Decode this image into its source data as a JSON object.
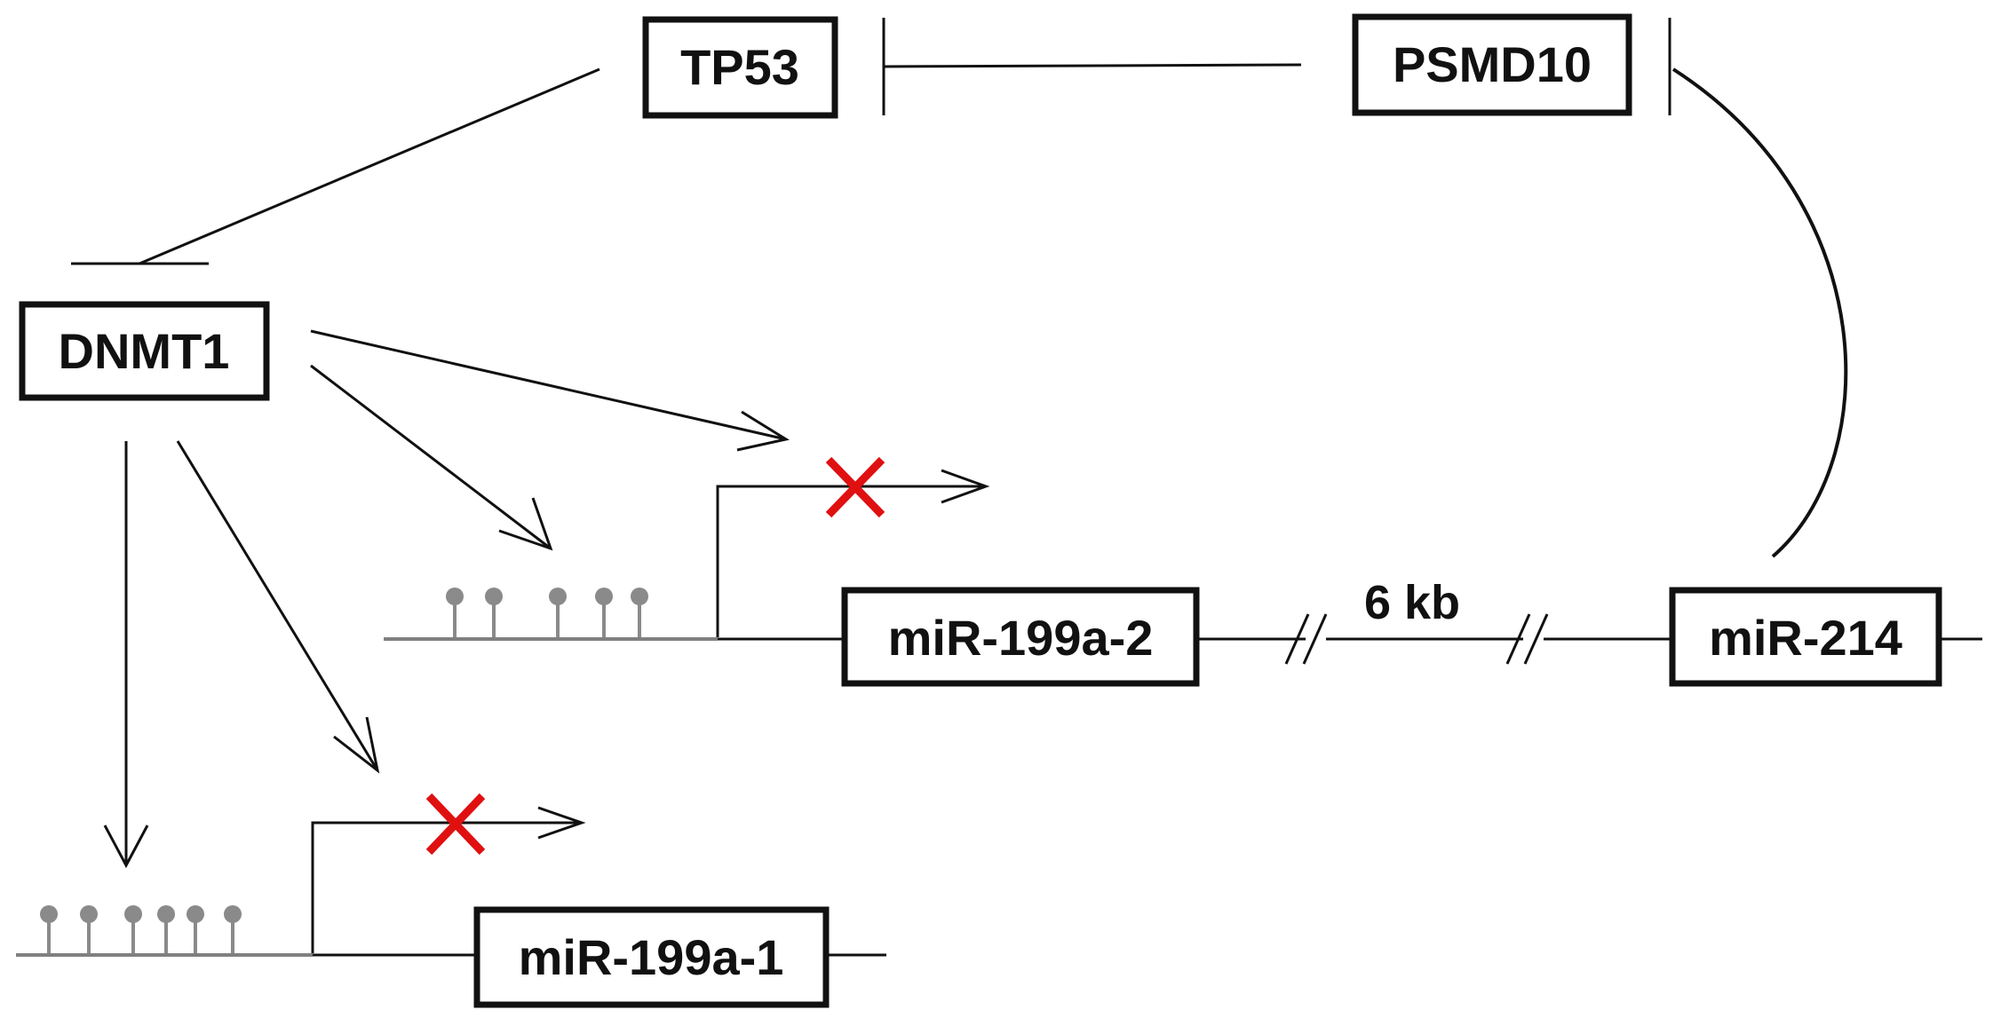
{
  "nodes": {
    "tp53": "TP53",
    "psmd10": "PSMD10",
    "dnmt1": "DNMT1",
    "mir199a2": "miR-199a-2",
    "mir214": "miR-214",
    "mir199a1": "miR-199a-1"
  },
  "distance_label": "6 kb",
  "colors": {
    "line": "#111111",
    "methylation_marks": "#8a8a8a",
    "block_mark": "#e01010"
  },
  "icons": {
    "block_mark": "red-x-icon",
    "methylation_mark": "lollipop-icon"
  }
}
